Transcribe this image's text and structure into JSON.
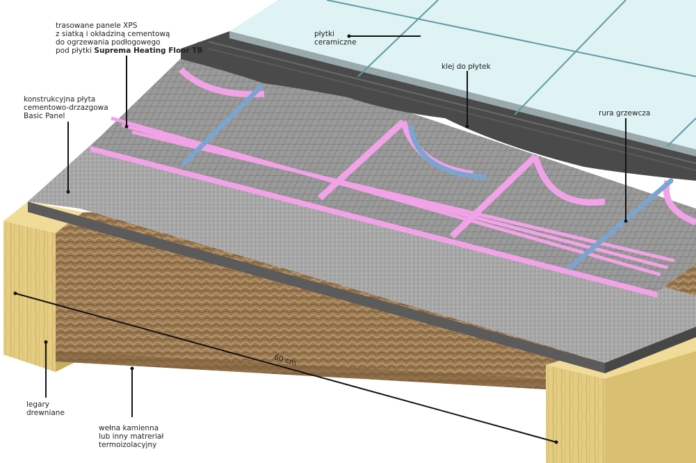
{
  "labels": {
    "xps": {
      "lines": [
        "trasowane panele XPS",
        "z siatką i okładziną cementową",
        "do ogrzewania podłogowego"
      ],
      "last_prefix": "pod płytki ",
      "last_bold": "Suprema Heating Floor TB"
    },
    "tiles": {
      "lines": [
        "płytki",
        "ceramiczne"
      ]
    },
    "adhesive": {
      "text": "klej do płytek"
    },
    "pipe": {
      "text": "rura grzewcza"
    },
    "basic_panel": {
      "lines": [
        "konstrukcyjna płyta",
        "cementowo-drzazgowa",
        "Basic Panel"
      ]
    },
    "dimension": {
      "text": "60 cm"
    },
    "joists": {
      "lines": [
        "legary",
        "drewniane"
      ]
    },
    "wool": {
      "lines": [
        "wełna kamienna",
        "lub inny matreriał",
        "termoizolacyjny"
      ]
    }
  },
  "colors": {
    "tile": "#dff2f4",
    "grout": "#5e9aa2",
    "adhesive": "#4a4a4a",
    "mesh": "#8d8d8d",
    "xps_pink": "#f2a3e8",
    "pipe": "#7ba5d0",
    "board": "#a7a7a7",
    "board_edge": "#5b5b5b",
    "wood": "#e4cc82",
    "wool": "#9b7a52"
  }
}
